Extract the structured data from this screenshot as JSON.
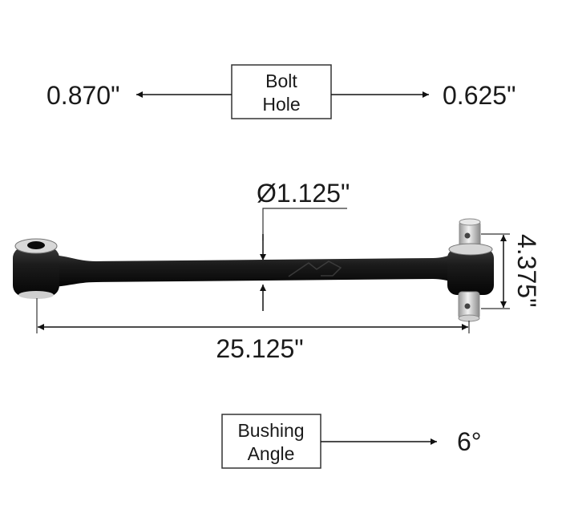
{
  "bolt_hole": {
    "label_line1": "Bolt",
    "label_line2": "Hole",
    "left_value": "0.870\"",
    "right_value": "0.625\""
  },
  "diameter": {
    "value": "Ø1.125\""
  },
  "height": {
    "value": "4.375\""
  },
  "length": {
    "value": "25.125\""
  },
  "bushing_angle": {
    "label_line1": "Bushing",
    "label_line2": "Angle",
    "value": "6°"
  }
}
